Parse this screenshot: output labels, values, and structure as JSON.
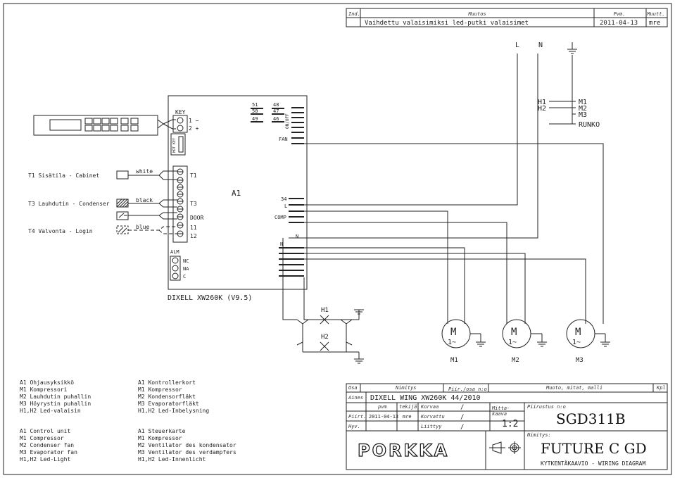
{
  "revision": {
    "h_ind": "Ind.",
    "h_muutos": "Muutos",
    "h_pvm": "Pvm.",
    "h_muutt": "Muutt.",
    "text": "Vaihdettu valaisimiksi led-putki valaisimet",
    "date": "2011-04-13",
    "author": "mre"
  },
  "supply": {
    "l": "L",
    "n": "N"
  },
  "controller": {
    "key": "KEY",
    "key_1": "1 −",
    "key_2": "2 +",
    "hot_key": "HOT KEY",
    "t51": "51",
    "t50": "50",
    "t49": "49",
    "t48": "48",
    "t47": "47",
    "t46": "46",
    "onoff": "ON/OFF",
    "fan": "FAN",
    "white": "white",
    "t1": "T1",
    "black": "black",
    "t3": "T3",
    "door": "DOOR",
    "blue": "blue",
    "t11": "11",
    "t12": "12",
    "a1": "A1",
    "t34": "34",
    "l": "L",
    "comp": "COMP",
    "n": "N",
    "alm": "ALM",
    "nc": "NC",
    "na": "NA",
    "c": "C",
    "model": "DIXELL XW260K (V9.5)"
  },
  "sensors": {
    "t1": "T1  Sisätila - Cabinet",
    "t3": "T3  Lauhdutin - Condenser",
    "t4": "T4  Valvonta - Login"
  },
  "frame": {
    "h1": "H1",
    "h2": "H2",
    "m1": "M1",
    "m2": "M2",
    "m3": "M3",
    "runko": "RUNKO"
  },
  "motors": {
    "m_label": "M",
    "ac": "1~",
    "m1": "M1",
    "m2": "M2",
    "m3": "M3"
  },
  "lights": {
    "h1": "H1",
    "h2": "H2"
  },
  "legend": {
    "fi": [
      "A1  Ohjausyksikkö",
      "M1  Kompressori",
      "M2  Lauhdutin puhallin",
      "M3  Höyrystin puhallin",
      "H1,H2  Led-valaisin"
    ],
    "sv": [
      "A1  Kontrollerkort",
      "M1  Kompressor",
      "M2  Kondensorfläkt",
      "M3  Evaporatorfläkt",
      "H1,H2  Led-Inbelysning"
    ],
    "en": [
      "A1  Control unit",
      "M1  Compressor",
      "M2  Condenser fan",
      "M3  Evaporator fan",
      "H1,H2  Led-Light"
    ],
    "de": [
      "A1  Steuerkarte",
      "M1  Kompressor",
      "M2  Ventilator des kondensator",
      "M3  Ventilator des verdampfers",
      "H1,H2  Led-Innenlicht"
    ]
  },
  "titleblock": {
    "osa": "Osa",
    "nimitys": "Nimitys",
    "piir_osa": "Piir./osa n:o",
    "muoto": "Muoto, mitat, malli",
    "kpl": "Kpl",
    "aines": "Aines",
    "aines_value": "DIXELL WING XW260K 44/2010",
    "pvm": "pvm",
    "tekija": "tekijä",
    "korvaa": "Korvaa",
    "slash1": "/",
    "piirt": "Piirt.",
    "piirt_date": "2011-04-13",
    "piirt_author": "mre",
    "korvattu": "Korvattu",
    "slash2": "/",
    "hyv": "Hyv.",
    "liittyy": "Liittyy",
    "slash3": "/",
    "mittakaava_1": "Mitta-",
    "mittakaava_2": "kaava",
    "scale": "1:2",
    "piirustus_no": "Piirustus n:o",
    "drawing_no": "SGD311B",
    "nimitys2": "Nimitys:",
    "product": "FUTURE C GD",
    "subtitle": "KYTKENTÄKAAVIO - WIRING DIAGRAM",
    "logo": "PORKKA"
  }
}
